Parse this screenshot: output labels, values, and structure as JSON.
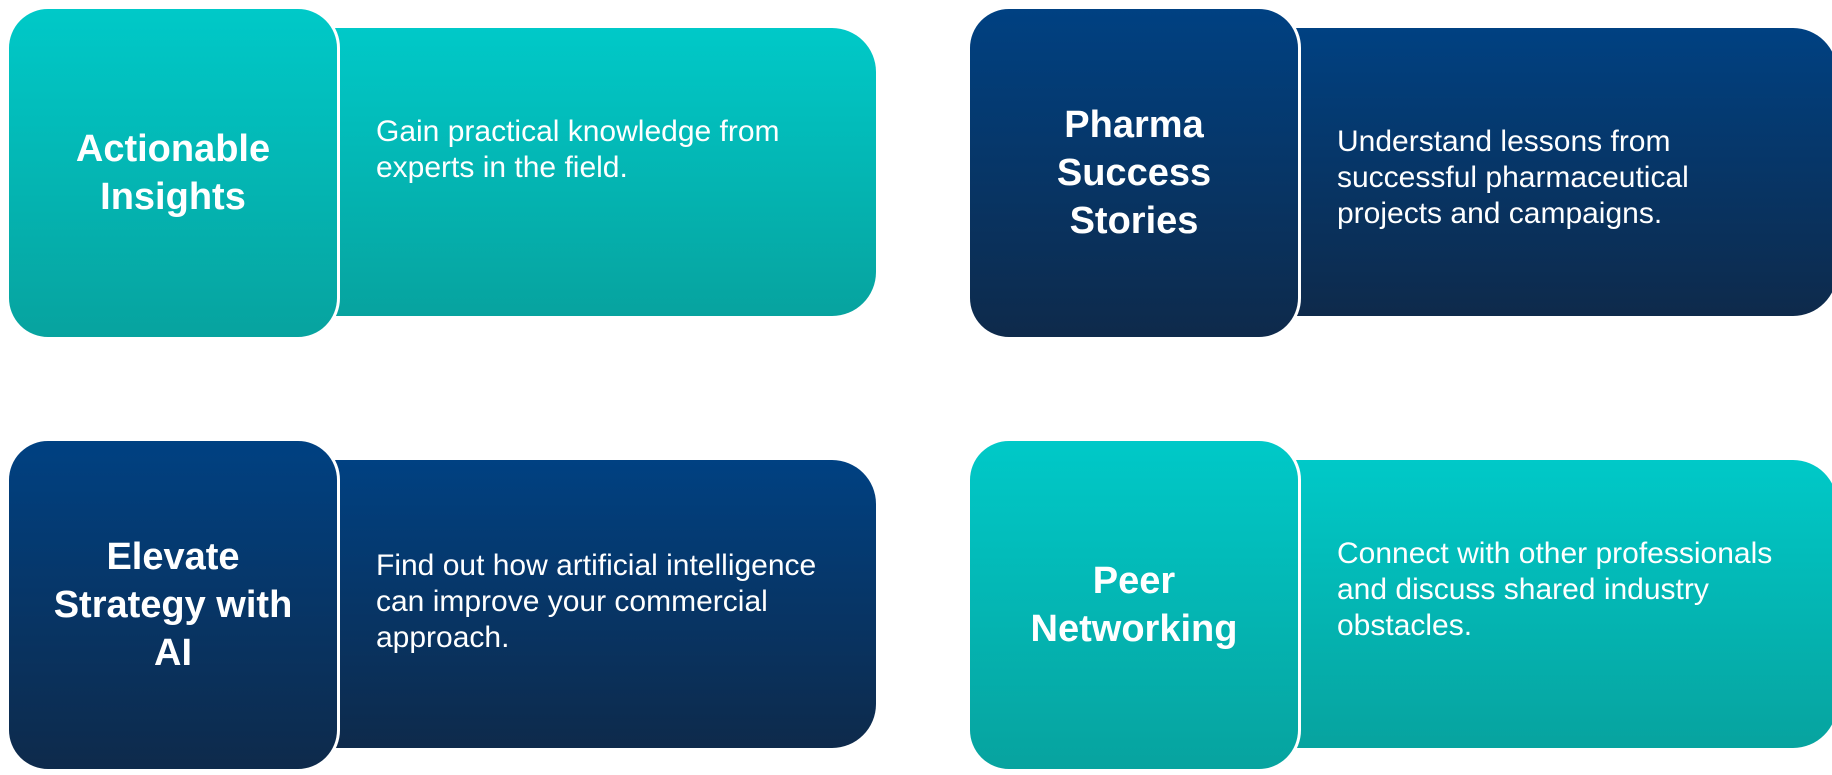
{
  "colors": {
    "teal_top": "#00c9c8",
    "teal_bottom": "#07a39f",
    "navy_top": "#004182",
    "navy_bottom": "#0e2a4b",
    "text": "#ffffff"
  },
  "cards": [
    {
      "title": "Actionable Insights",
      "description": "Gain practical knowledge from experts in the field.",
      "theme": "teal"
    },
    {
      "title": "Pharma Success Stories",
      "description": "Understand lessons from successful pharmaceutical projects and campaigns.",
      "theme": "navy"
    },
    {
      "title": "Elevate Strategy with AI",
      "description": "Find out how artificial intelligence can improve your commercial approach.",
      "theme": "navy"
    },
    {
      "title": "Peer Networking",
      "description": "Connect with other professionals and discuss shared industry obstacles.",
      "theme": "teal"
    }
  ]
}
